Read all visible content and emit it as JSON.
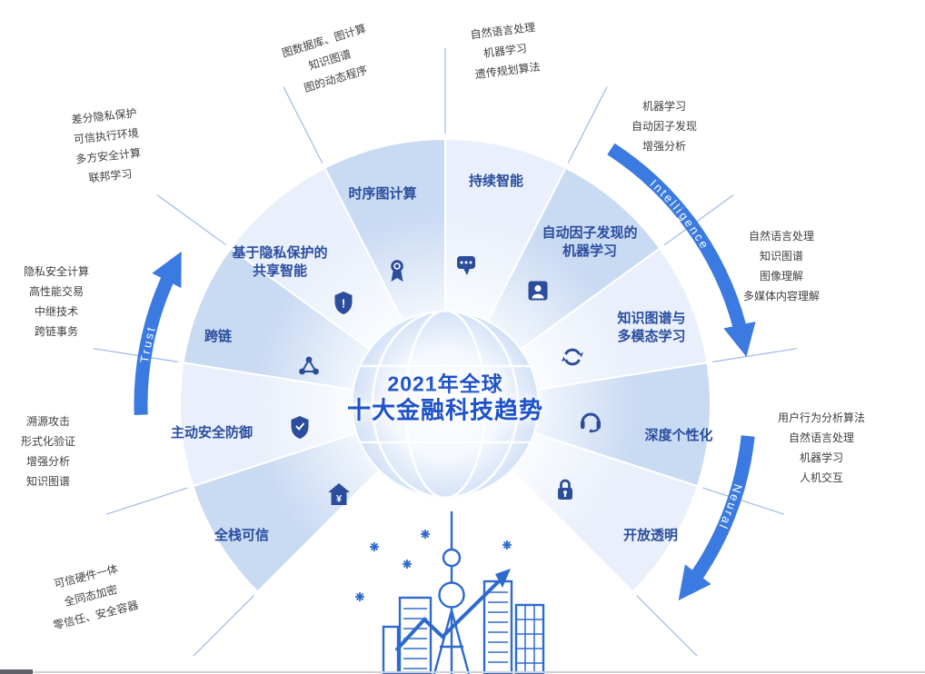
{
  "title": {
    "line1": "2021年全球",
    "line2": "十大金融科技趋势"
  },
  "arcs": {
    "trust": "Trust",
    "intelligence": "Intelligence",
    "neural": "Neural"
  },
  "segments": [
    {
      "label": "全栈可信",
      "icon": "home-yen-icon"
    },
    {
      "label": "主动安全防御",
      "icon": "shield-icon"
    },
    {
      "label": "跨链",
      "icon": "network-icon"
    },
    {
      "label": "基于隐私保护的\n共享智能",
      "icon": "privacy-shield-icon"
    },
    {
      "label": "时序图计算",
      "icon": "medal-icon"
    },
    {
      "label": "持续智能",
      "icon": "chat-icon"
    },
    {
      "label": "自动因子发现的\n机器学习",
      "icon": "person-icon"
    },
    {
      "label": "知识图谱与\n多模态学习",
      "icon": "sync-icon"
    },
    {
      "label": "深度个性化",
      "icon": "headset-icon"
    },
    {
      "label": "开放透明",
      "icon": "lock-icon"
    }
  ],
  "annotations": [
    {
      "lines": [
        "差分隐私保护",
        "可信执行环境",
        "多方安全计算",
        "联邦学习"
      ]
    },
    {
      "lines": [
        "图数据库、图计算",
        "知识图谱",
        "图的动态程序"
      ]
    },
    {
      "lines": [
        "自然语言处理",
        "机器学习",
        "遗传规划算法"
      ]
    },
    {
      "lines": [
        "机器学习",
        "自动因子发现",
        "增强分析"
      ]
    },
    {
      "lines": [
        "自然语言处理",
        "知识图谱",
        "图像理解",
        "多媒体内容理解"
      ]
    },
    {
      "lines": [
        "用户行为分析算法",
        "自然语言处理",
        "机器学习",
        "人机交互"
      ]
    },
    {
      "lines": [
        "隐私安全计算",
        "高性能交易",
        "中继技术",
        "跨链事务"
      ]
    },
    {
      "lines": [
        "溯源攻击",
        "形式化验证",
        "增强分析",
        "知识图谱"
      ]
    },
    {
      "lines": [
        "可信硬件一体",
        "全同态加密",
        "零信任、安全容器"
      ]
    }
  ],
  "colors": {
    "accent": "#3b7ae0",
    "wedge_dark": "#c9daf3",
    "wedge_light": "#e9f0fb",
    "line": "#9db9e8",
    "icon": "#2b4d9c",
    "globe": "#cfdef6",
    "city": "#2e6ace",
    "title": "#1d52c8"
  }
}
